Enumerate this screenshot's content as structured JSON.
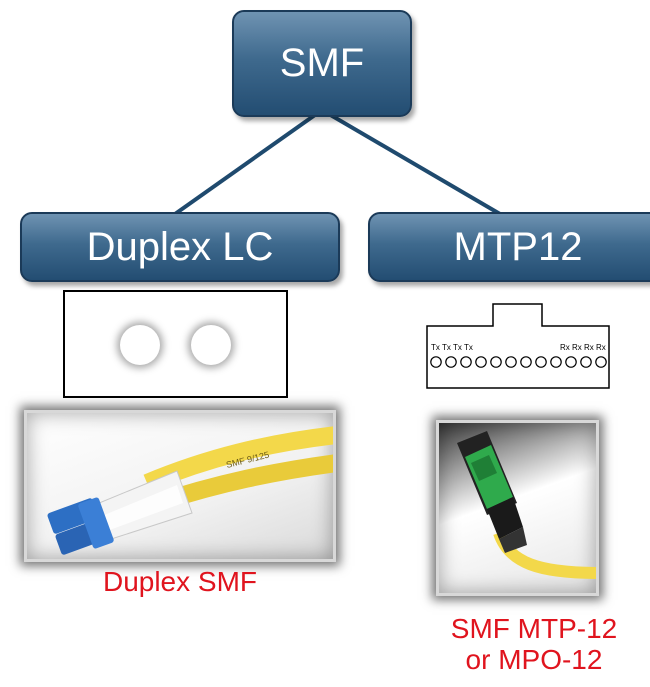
{
  "root_node": {
    "label": "SMF"
  },
  "left_branch": {
    "label": "Duplex LC",
    "caption": "Duplex SMF"
  },
  "right_branch": {
    "label": "MTP12",
    "tx_labels": [
      "Tx",
      "Tx",
      "Tx",
      "Tx"
    ],
    "rx_labels": [
      "Rx",
      "Rx",
      "Rx",
      "Rx"
    ],
    "fiber_count": 12,
    "caption_line1": "SMF MTP-12",
    "caption_line2": "or MPO-12"
  },
  "colors": {
    "node_fill": "#3f6a8e",
    "connector_line": "#1f4a6e",
    "caption_text": "#e0141e",
    "lc_connector": "#2d6fc4",
    "mtp_connector": "#2faa4c",
    "fiber_jacket": "#f3d84a"
  }
}
